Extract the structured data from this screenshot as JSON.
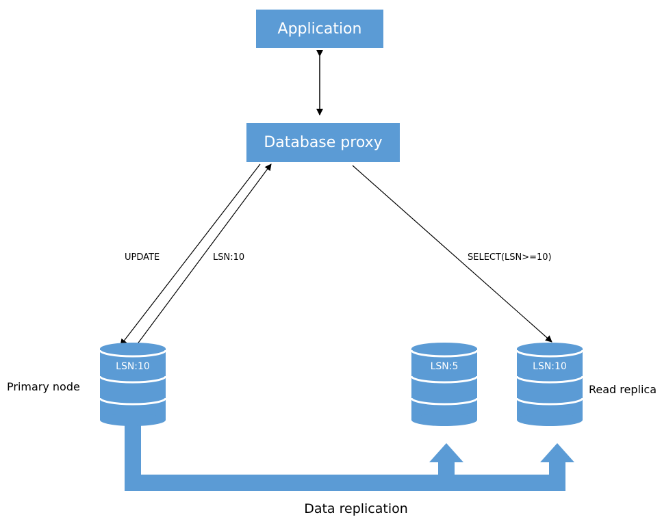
{
  "colors": {
    "accent": "#5b9bd5",
    "line": "#000000",
    "text_on_accent": "#ffffff"
  },
  "boxes": {
    "application": "Application",
    "database_proxy": "Database proxy"
  },
  "edges": {
    "update": "UPDATE",
    "lsn_return": "LSN:10",
    "select": "SELECT(LSN>=10)"
  },
  "nodes": {
    "primary": {
      "label": "Primary node",
      "lsn": "LSN:10",
      "icon": "database-icon"
    },
    "replica_mid": {
      "label": "",
      "lsn": "LSN:5",
      "icon": "database-icon"
    },
    "read_replica": {
      "label": "Read replica",
      "lsn": "LSN:10",
      "icon": "database-icon"
    }
  },
  "replication": {
    "label": "Data replication"
  }
}
